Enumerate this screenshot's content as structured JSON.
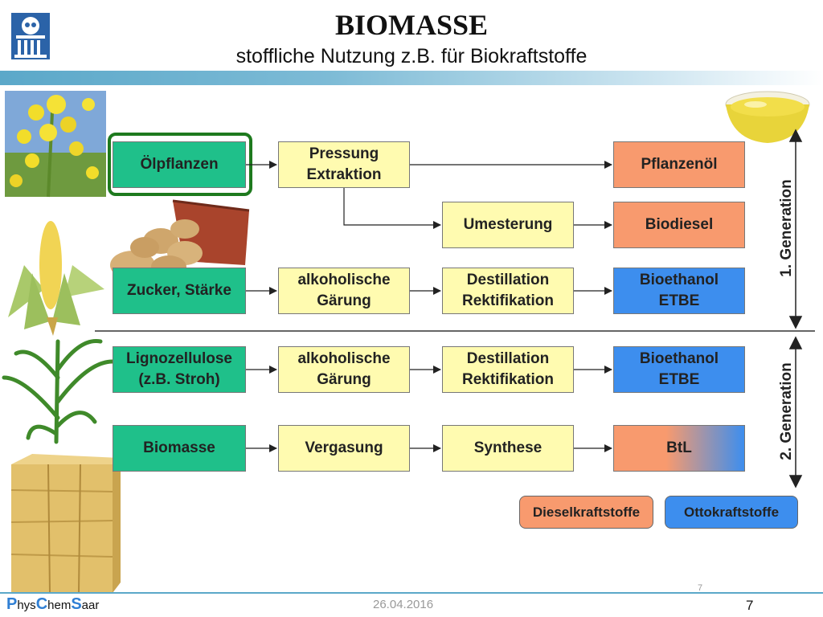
{
  "slide": {
    "title": "BIOMASSE",
    "subtitle": "stoffliche Nutzung z.B. für Biokraftstoffe"
  },
  "row1": {
    "source": "Ölpflanzen",
    "process1": "Pressung\nExtraktion",
    "product1": "Pflanzenöl",
    "process2": "Umesterung",
    "product2": "Biodiesel"
  },
  "row3": {
    "source": "Zucker, Stärke",
    "process1": "alkoholische\nGärung",
    "process2": "Destillation\nRektifikation",
    "product": "Bioethanol\nETBE"
  },
  "row4": {
    "source": "Lignozellulose\n(z.B. Stroh)",
    "process1": "alkoholische\nGärung",
    "process2": "Destillation\nRektifikation",
    "product": "Bioethanol\nETBE"
  },
  "row5": {
    "source": "Biomasse",
    "process1": "Vergasung",
    "process2": "Synthese",
    "product": "BtL"
  },
  "legend": {
    "diesel": "Dieselkraftstoffe",
    "otto": "Ottokraftstoffe"
  },
  "generations": {
    "first": "1. Generation",
    "second": "2. Generation"
  },
  "footer": {
    "date": "26.04.2016",
    "page": "7",
    "small_page": "7",
    "brand_p": "P",
    "brand_hys": "hys",
    "brand_c": "C",
    "brand_hem": "hem",
    "brand_s": "S",
    "brand_aar": "aar"
  },
  "colors": {
    "source_green": "#1fc08a",
    "process_yellow": "#fffbb0",
    "product_orange": "#f89a6e",
    "product_blue": "#3d8eee",
    "highlight_green": "#1e7a1e",
    "accent_blue": "#5ba8c9"
  }
}
